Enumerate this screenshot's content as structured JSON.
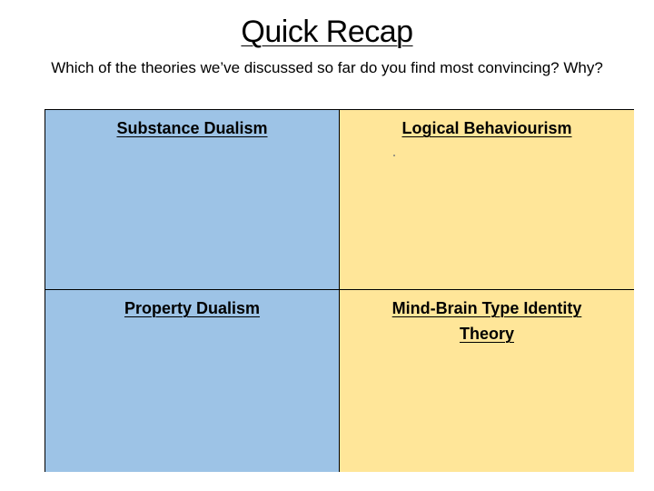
{
  "slide": {
    "title": "Quick Recap",
    "question": "Which of the theories we’ve discussed so far do you find most convincing? Why?"
  },
  "grid": {
    "cells": [
      {
        "label": "Substance Dualism",
        "color": "#9dc3e6"
      },
      {
        "label": "Logical Behaviourism",
        "color": "#ffe699"
      },
      {
        "label": "Property Dualism",
        "color": "#9dc3e6"
      },
      {
        "label": "Mind-Brain Type Identity Theory",
        "color": "#ffe699"
      }
    ]
  }
}
